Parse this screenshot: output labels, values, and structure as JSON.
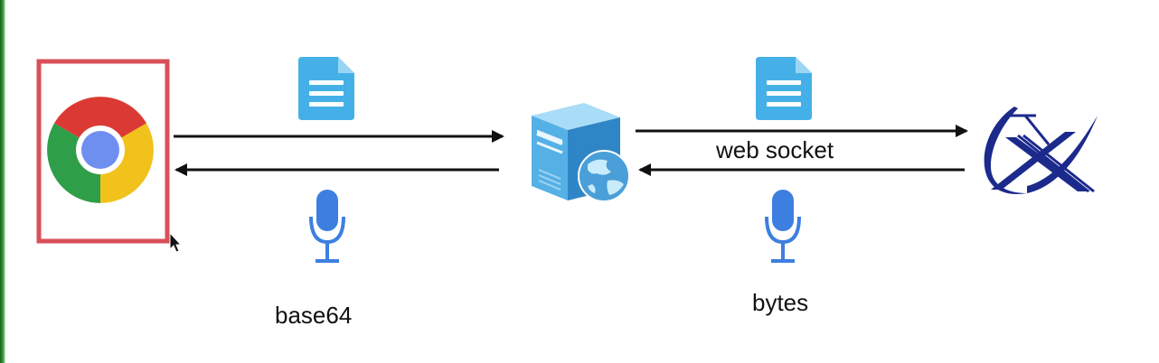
{
  "labels": {
    "websocket": "web socket",
    "base64": "base64",
    "bytes": "bytes"
  },
  "icons": {
    "browser": "chrome-icon",
    "server": "server-globe-icon",
    "service": "x-logo",
    "document": "document-icon",
    "audio": "microphone-icon",
    "cursor": "mouse-cursor-icon"
  },
  "colors": {
    "highlight_box": "#d9505a",
    "document": "#45b0e8",
    "microphone": "#3d7fe0",
    "server_light": "#7cc6ee",
    "server_dark": "#3c8fd0",
    "logo": "#1c2a8c",
    "arrow": "#111111"
  }
}
